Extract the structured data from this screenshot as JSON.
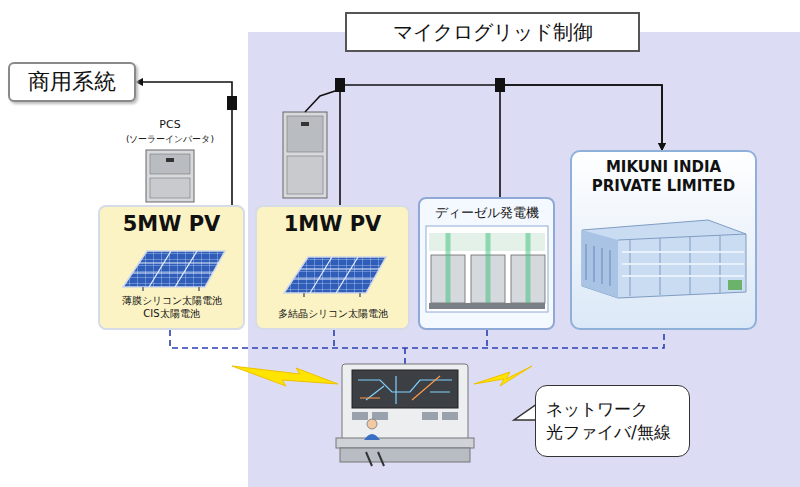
{
  "diagram": {
    "nodes": [
      {
        "text": [
          "商用系統"
        ]
      },
      {
        "text": [
          "マイクログリッド制御"
        ]
      },
      {
        "text": [
          "5MW PV",
          "薄膜シリコン太陽電池 CIS太陽電池"
        ]
      },
      {
        "text": [
          "1MW PV",
          "多結晶シリコン太陽電池"
        ],
        "in": 1
      },
      {
        "text": [
          "ディーゼル発電機"
        ],
        "in": 1
      },
      {
        "text": [
          "MIKUNI INDIA PRIVATE LIMITED"
        ],
        "in": 1
      },
      {
        "text": [
          "ネットワーク 光ファイバ/無線"
        ],
        "in": 1
      }
    ],
    "edges": [
      {
        "from": 2,
        "to": 0,
        "arrow": "to"
      },
      {
        "from": 3,
        "to": 5,
        "arrow": "to"
      },
      {
        "from": 4,
        "to": 5,
        "arrow": "to"
      }
    ],
    "labels": [
      "PCS",
      "(ソーラーインバータ)"
    ]
  }
}
